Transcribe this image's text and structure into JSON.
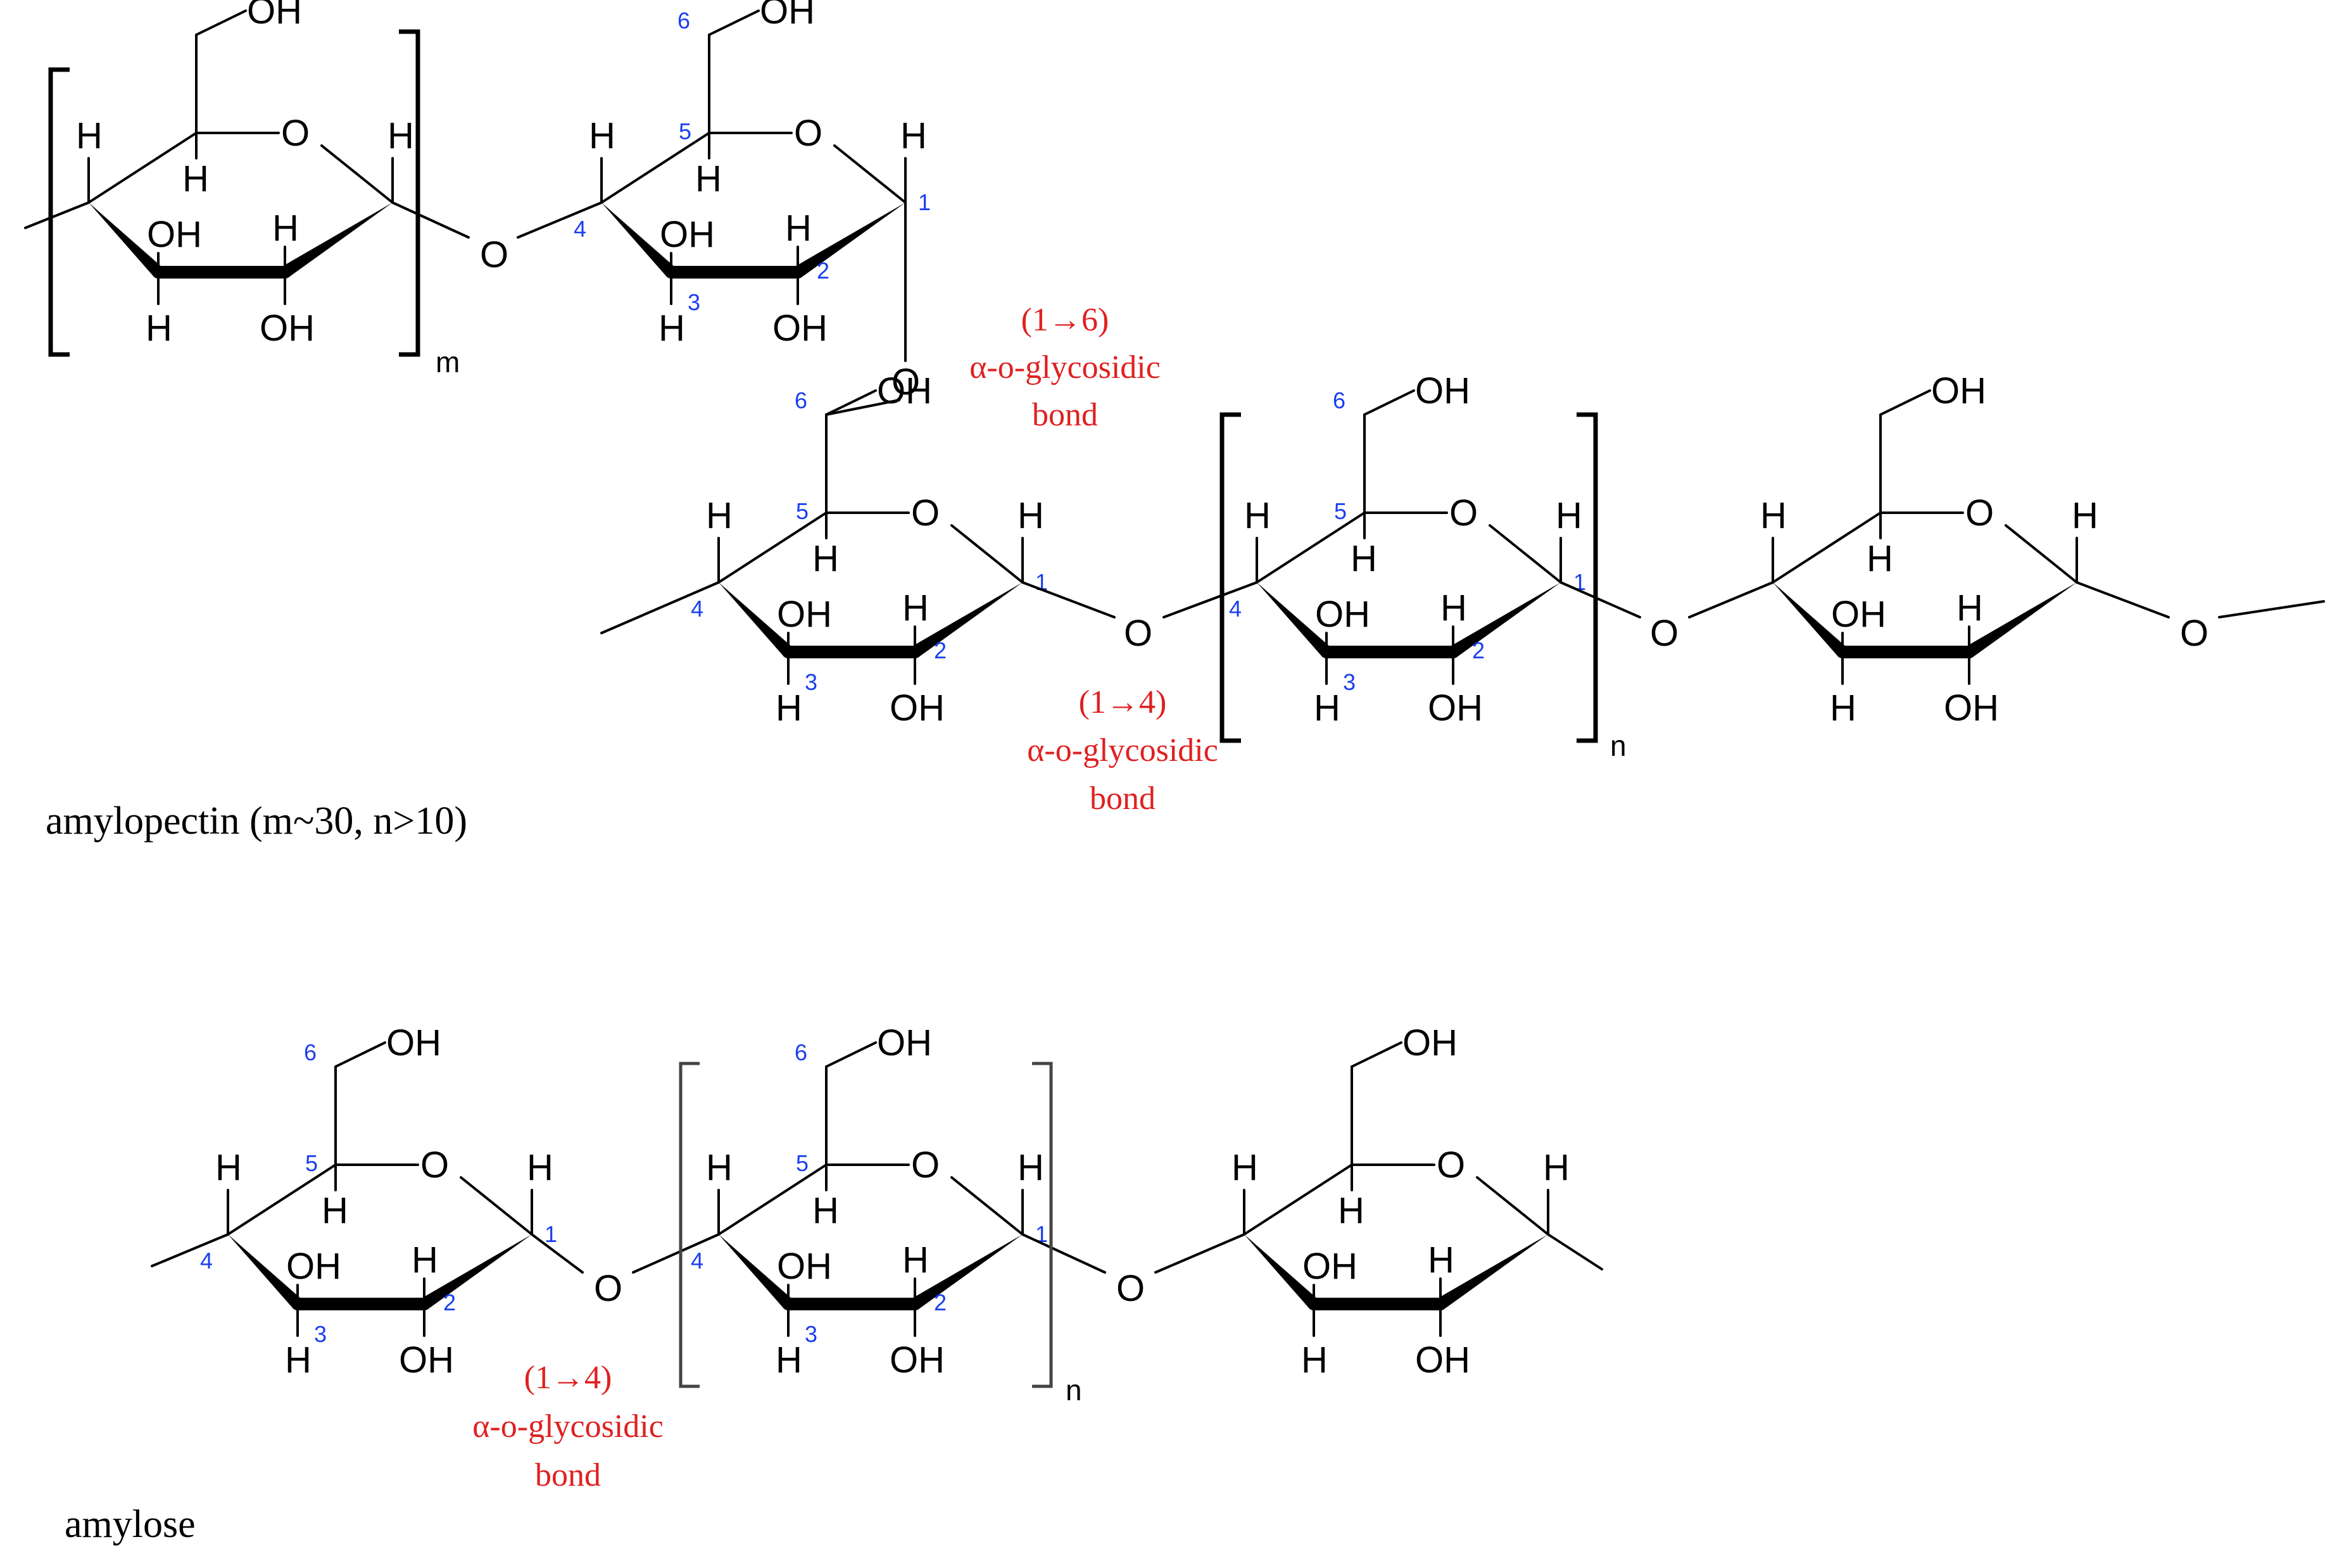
{
  "colors": {
    "bond_label": "#e02020",
    "carbon_number": "#1a3ff0",
    "structure": "#000000"
  },
  "atoms": {
    "oxygen": "O",
    "hydrogen": "H",
    "hydroxyl": "OH"
  },
  "subscripts": {
    "m": "m",
    "n": "n"
  },
  "carbon_numbers": [
    "1",
    "2",
    "3",
    "4",
    "5",
    "6"
  ],
  "amylopectin": {
    "caption": "amylopectin (m~30, n>10)",
    "branch_bond": {
      "line1": "(1→6)",
      "line2": "α-o-glycosidic",
      "line3": "bond"
    },
    "chain_bond": {
      "line1": "(1→4)",
      "line2": "α-o-glycosidic",
      "line3": "bond"
    }
  },
  "amylose": {
    "caption": "amylose",
    "chain_bond": {
      "line1": "(1→4)",
      "line2": "α-o-glycosidic",
      "line3": "bond"
    }
  }
}
